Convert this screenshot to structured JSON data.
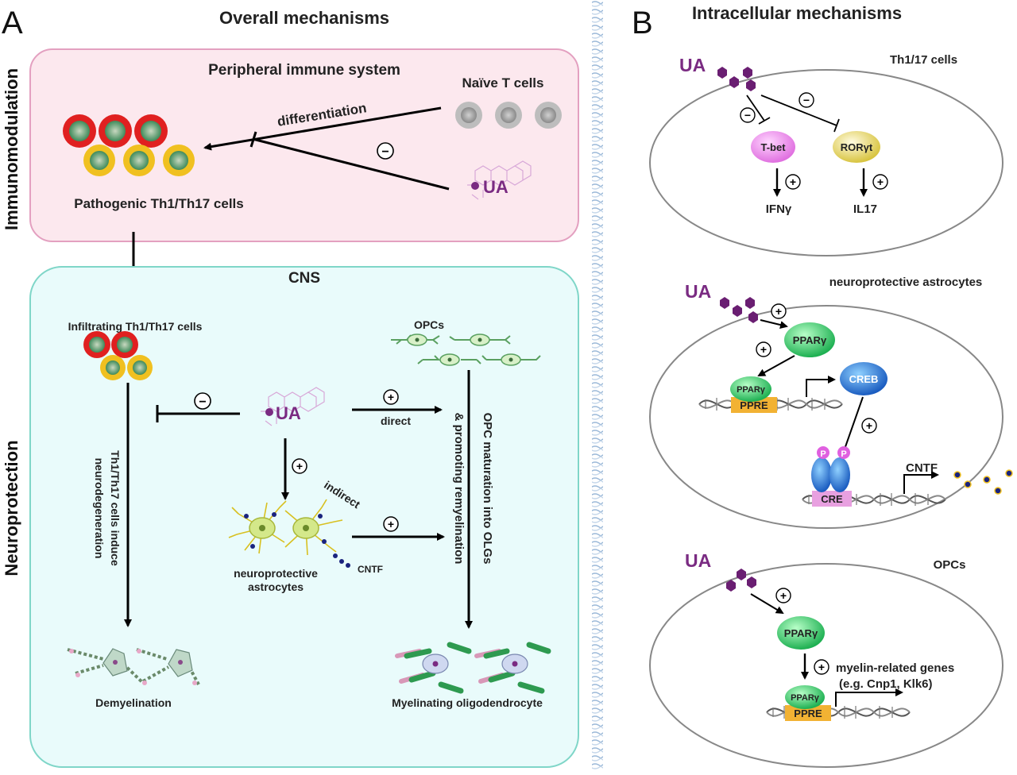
{
  "panel_a": {
    "letter": "A",
    "title": "Overall mechanisms",
    "side_label_top": "Immunomodulation",
    "side_label_bottom": "Neuroprotection",
    "peripheral": {
      "title": "Peripheral immune system",
      "naive": "Naïve T cells",
      "differentiation": "differentiation",
      "inhibit": "−",
      "ua": "UA",
      "pathogenic": "Pathogenic Th1/Th17 cells"
    },
    "cns": {
      "title": "CNS",
      "infiltrating": "Infiltrating Th1/Th17 cells",
      "opcs": "OPCs",
      "ua": "UA",
      "inhibit": "−",
      "plus": "+",
      "direct": "direct",
      "indirect": "indirect",
      "cntf": "CNTF",
      "astro_label_1": "neuroprotective",
      "astro_label_2": "astrocytes",
      "induce_1": "Th1/Th17 cells induce",
      "induce_2": "neurodegeneration",
      "opc_1": "OPC maturation into OLGs",
      "opc_2": "& promoting remyelination",
      "demyelination": "Demyelination",
      "myelinating": "Myelinating oligodendrocyte"
    }
  },
  "panel_b": {
    "letter": "B",
    "title": "Intracellular mechanisms",
    "cell1": {
      "ua": "UA",
      "title": "Th1/17 cells",
      "minus": "−",
      "plus": "+",
      "tbet": "T-bet",
      "rorgt": "RORγt",
      "ifng": "IFNγ",
      "il17": "IL17"
    },
    "cell2": {
      "ua": "UA",
      "title": "neuroprotective astrocytes",
      "plus": "+",
      "ppar": "PPARγ",
      "ppre": "PPRE",
      "creb": "CREB",
      "p": "P",
      "cre": "CRE",
      "cntf": "CNTF"
    },
    "cell3": {
      "ua": "UA",
      "title": "OPCs",
      "plus": "+",
      "ppar": "PPARγ",
      "ppre": "PPRE",
      "genes_1": "myelin-related genes",
      "genes_2": "(e.g. Cnp1, Klk6)"
    }
  },
  "colors": {
    "peripheral_bg": "#fce8ee",
    "peripheral_border": "#e3a0c0",
    "cns_bg": "#e9fbfb",
    "cns_border": "#7fd6c8",
    "ua_purple": "#7a2b82",
    "th_red": "#e02020",
    "th_yellow": "#f0c020",
    "tbet_pink": "#ee88ee",
    "ror_yellow": "#e8dc70",
    "ppar_green": "#3ed070",
    "creb_blue": "#2a7fd8",
    "ppre_orange": "#f2b233"
  }
}
